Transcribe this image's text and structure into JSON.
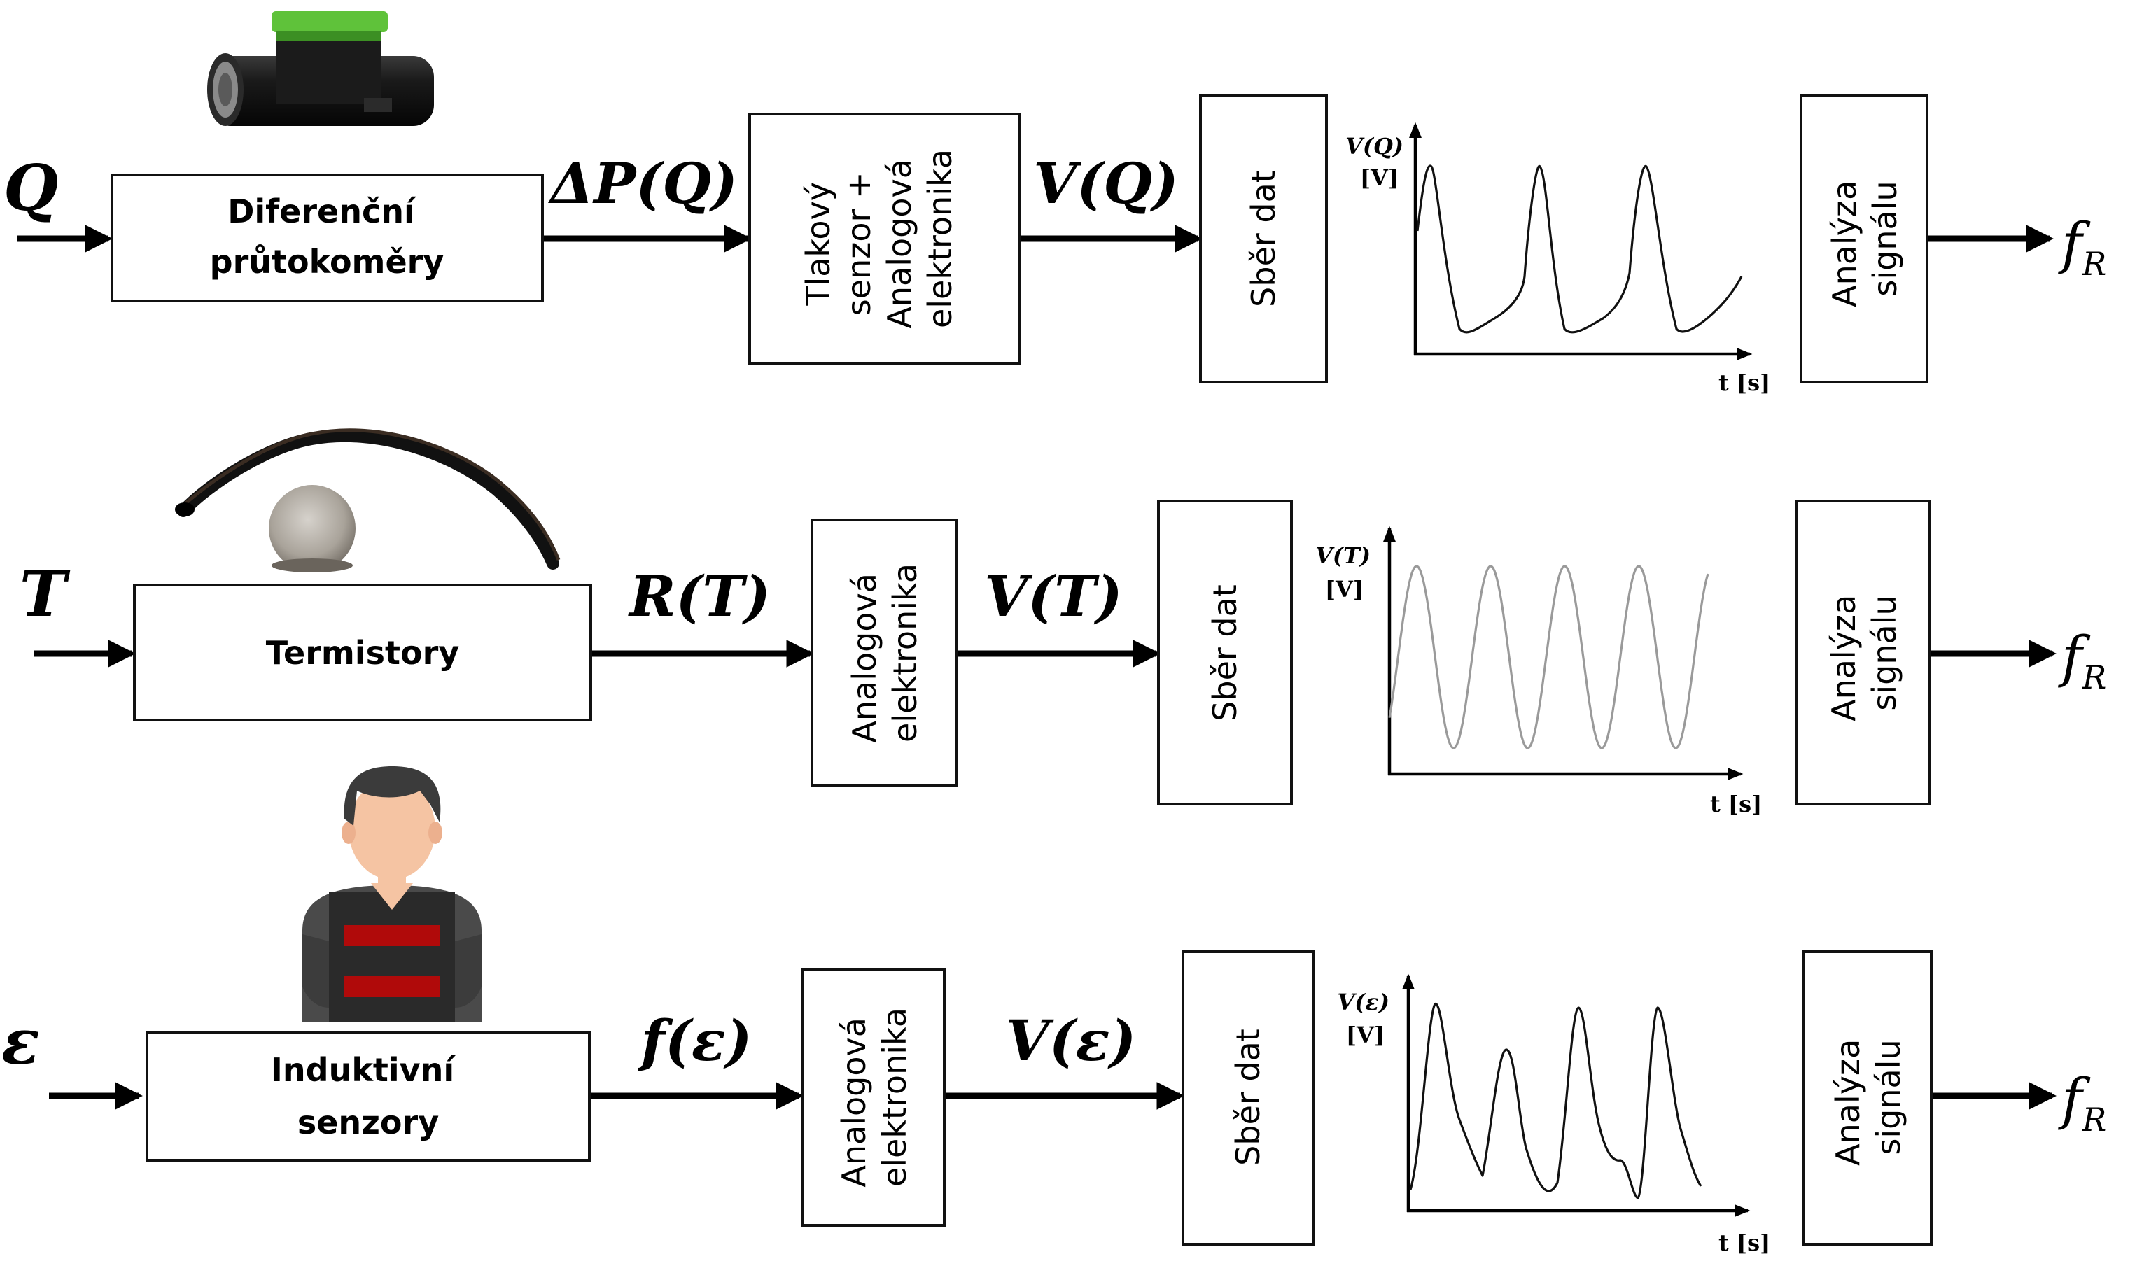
{
  "rows": [
    {
      "id": "flow",
      "input": "Q",
      "sensor": [
        "Diferenční",
        "průtokoměry"
      ],
      "intermediate": "ΔP(Q)",
      "electronics": [
        "Tlakový",
        "senzor +",
        "Analogová",
        "elektronika"
      ],
      "voltage": "V(Q)",
      "acquisition": "Sběr dat",
      "graph": {
        "ylabel": [
          "V(Q)",
          "[V]"
        ],
        "xlabel": "t [s]",
        "wave_color": "#111111"
      },
      "analysis": [
        "Analýza",
        "signálu"
      ],
      "output": {
        "main": "f",
        "sub": "R"
      }
    },
    {
      "id": "thermistor",
      "input": "T",
      "sensor": [
        "Termistory"
      ],
      "intermediate": "R(T)",
      "electronics": [
        "Analogová",
        "elektronika"
      ],
      "voltage": "V(T)",
      "acquisition": "Sběr dat",
      "graph": {
        "ylabel": [
          "V(T)",
          "[V]"
        ],
        "xlabel": "t [s]",
        "wave_color": "#9a9a9a"
      },
      "analysis": [
        "Analýza",
        "signálu"
      ],
      "output": {
        "main": "f",
        "sub": "R"
      }
    },
    {
      "id": "inductive",
      "input": "ε",
      "sensor": [
        "Induktivní",
        "senzory"
      ],
      "intermediate": "f(ε)",
      "electronics": [
        "Analogová",
        "elektronika"
      ],
      "voltage": "V(ε)",
      "acquisition": "Sběr dat",
      "graph": {
        "ylabel": [
          "V(ε)",
          "[V]"
        ],
        "xlabel": "t [s]",
        "wave_color": "#111111"
      },
      "analysis": [
        "Analýza",
        "signálu"
      ],
      "output": {
        "main": "f",
        "sub": "R"
      }
    }
  ],
  "illustrations": {
    "flowmeter": "flowmeter-photo",
    "thermistor": "thermistor-photo",
    "person": "person-with-belt-sensors"
  },
  "colors": {
    "flowmeter_green": "#5fc23a",
    "belt_red": "#b00a0a",
    "shirt": "#4a4a4a",
    "skin": "#f5c4a3",
    "hair": "#3b3b3b"
  }
}
